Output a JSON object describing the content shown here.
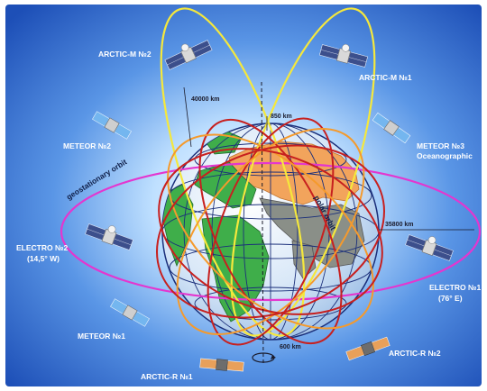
{
  "satellites": {
    "arctic_m2": "ARCTIC-M №2",
    "arctic_m1": "ARCTIC-M №1",
    "meteor2": "METEOR №2",
    "meteor3_line1": "METEOR №3",
    "meteor3_line2": "Oceanographic",
    "electro2_line1": "ELECTRO №2",
    "electro2_line2": "(14,5° W)",
    "electro1_line1": "ELECTRO №1",
    "electro1_line2": "(76° E)",
    "meteor1": "METEOR №1",
    "arctic_r1": "ARCTIC-R №1",
    "arctic_r2": "ARCTIC-R №2"
  },
  "orbit_labels": {
    "geostationary": "geostationary orbit",
    "polar": "polar orbit"
  },
  "distances": {
    "high": "40000 km",
    "low_top": "850 km",
    "geo": "35800 km",
    "low_bottom": "600 km"
  },
  "colors": {
    "background": "#2f6fd8",
    "glow": "#bfe0ff",
    "ocean": "#d9e8f8",
    "land_green": "#3fae4a",
    "russia": "#f2a45c",
    "gray_land": "#8a8f88",
    "geo_orbit": "#e436cf",
    "highly_elliptical": "#f5e83c",
    "orange_orbit": "#f59a2c",
    "red_orbit": "#c7201f"
  },
  "icons": [
    "satellite-icon",
    "rotation-arrow-icon"
  ]
}
